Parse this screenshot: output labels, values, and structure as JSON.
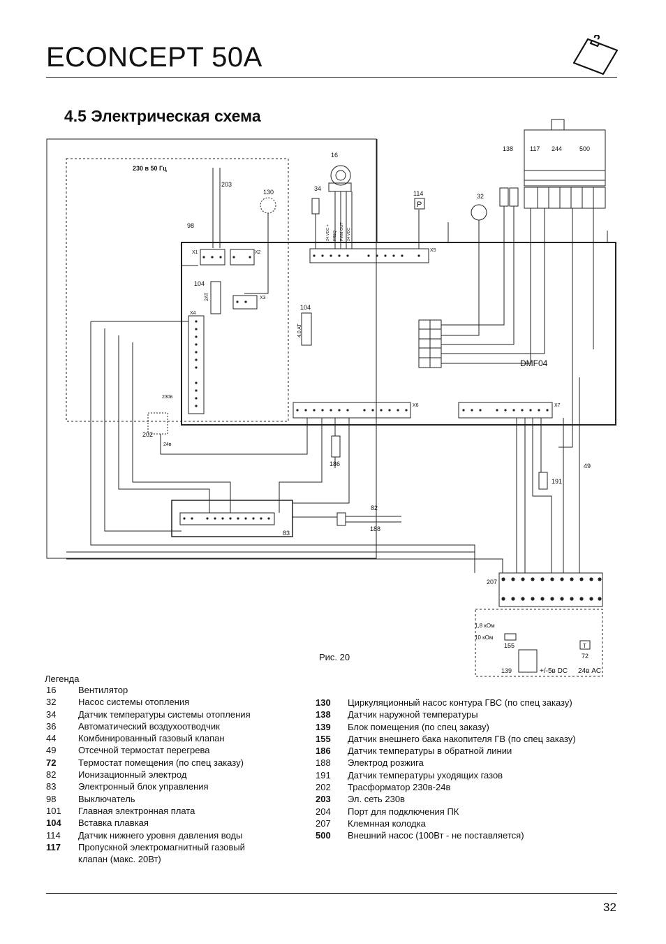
{
  "header": {
    "title": "ECONCEPT 50A"
  },
  "section": {
    "title": "4.5 Электрическая схема"
  },
  "figure": {
    "caption": "Рис. 20"
  },
  "diagram_labels": {
    "mains": "230 в 50 Гц",
    "board": "DMF04",
    "n203": "203",
    "n130": "130",
    "n34": "34",
    "n16": "16",
    "n114": "114",
    "n32": "32",
    "n138": "138",
    "n117": "117",
    "n244": "244",
    "n500": "500",
    "n98": "98",
    "n104a": "104",
    "n104b": "104",
    "n202": "202",
    "n186": "186",
    "n82": "82",
    "n188": "188",
    "n83": "83",
    "n191": "191",
    "n49": "49",
    "n207": "207",
    "n155": "155",
    "n139": "139",
    "n72": "72",
    "x1": "X1",
    "x2": "X2",
    "x3": "X3",
    "x4": "X4",
    "x5": "X5",
    "x6": "X6",
    "x7": "X7",
    "fuse2at": "2AT",
    "fuse4at": "4.0 AT",
    "v230": "230в",
    "v24": "24в",
    "kohm18": "1,8 кОм",
    "kohm10": "10 кОм",
    "dc5": "+/-5в DC",
    "ac24": "24в AC",
    "t_mark": "T",
    "p_mark": "P",
    "vdc24a": "24 VDC +",
    "freq": "FREQ",
    "pwmout": "PWM OUT",
    "vdc24b": "24 VDC"
  },
  "legend": {
    "heading": "Легенда",
    "left": [
      {
        "num": "16",
        "bold": false,
        "desc": "Вентилятор"
      },
      {
        "num": "32",
        "bold": false,
        "desc": "Насос системы отопления"
      },
      {
        "num": "34",
        "bold": false,
        "desc": "Датчик температуры системы отопления"
      },
      {
        "num": "36",
        "bold": false,
        "desc": "Автоматический воздухоотводчик"
      },
      {
        "num": "44",
        "bold": false,
        "desc": "Комбинированный газовый клапан"
      },
      {
        "num": "49",
        "bold": false,
        "desc": "Отсечной термостат перегрева"
      },
      {
        "num": "72",
        "bold": true,
        "desc": "Термостат помещения (по спец заказу)"
      },
      {
        "num": "82",
        "bold": false,
        "desc": "Ионизационный электрод"
      },
      {
        "num": "83",
        "bold": false,
        "desc": "Электронный блок управления"
      },
      {
        "num": "98",
        "bold": false,
        "desc": "Выключатель"
      },
      {
        "num": "101",
        "bold": false,
        "desc": "Главная электронная плата"
      },
      {
        "num": "104",
        "bold": true,
        "desc": "Вставка плавкая"
      },
      {
        "num": "114",
        "bold": false,
        "desc": "Датчик нижнего уровня давления воды"
      },
      {
        "num": "117",
        "bold": true,
        "desc": "Пропускной электромагнитный газовый"
      },
      {
        "num": "",
        "bold": false,
        "desc": "клапан (макс. 20Вт)"
      }
    ],
    "right": [
      {
        "num": "130",
        "bold": true,
        "desc": "Циркуляционный насос контура ГВС (по спец заказу)"
      },
      {
        "num": "138",
        "bold": true,
        "desc": "Датчик наружной температуры"
      },
      {
        "num": "139",
        "bold": true,
        "desc": "Блок помещения (по спец заказу)"
      },
      {
        "num": "155",
        "bold": true,
        "desc": "Датчик внешнего бака накопителя ГВ (по спец заказу)"
      },
      {
        "num": "186",
        "bold": true,
        "desc": "Датчик температуры в обратной линии"
      },
      {
        "num": "188",
        "bold": false,
        "desc": "Электрод розжига"
      },
      {
        "num": "191",
        "bold": false,
        "desc": "Датчик температуры уходящих газов"
      },
      {
        "num": "202",
        "bold": false,
        "desc": "Трасформатор 230в-24в"
      },
      {
        "num": "203",
        "bold": true,
        "desc": "Эл. сеть 230в"
      },
      {
        "num": "204",
        "bold": false,
        "desc": "Порт для подключения ПК"
      },
      {
        "num": "207",
        "bold": false,
        "desc": "Клемнная колодка"
      },
      {
        "num": "500",
        "bold": true,
        "desc": "Внешний насос (100Вт - не поставляется)"
      }
    ]
  },
  "footer": {
    "page_number": "32"
  }
}
